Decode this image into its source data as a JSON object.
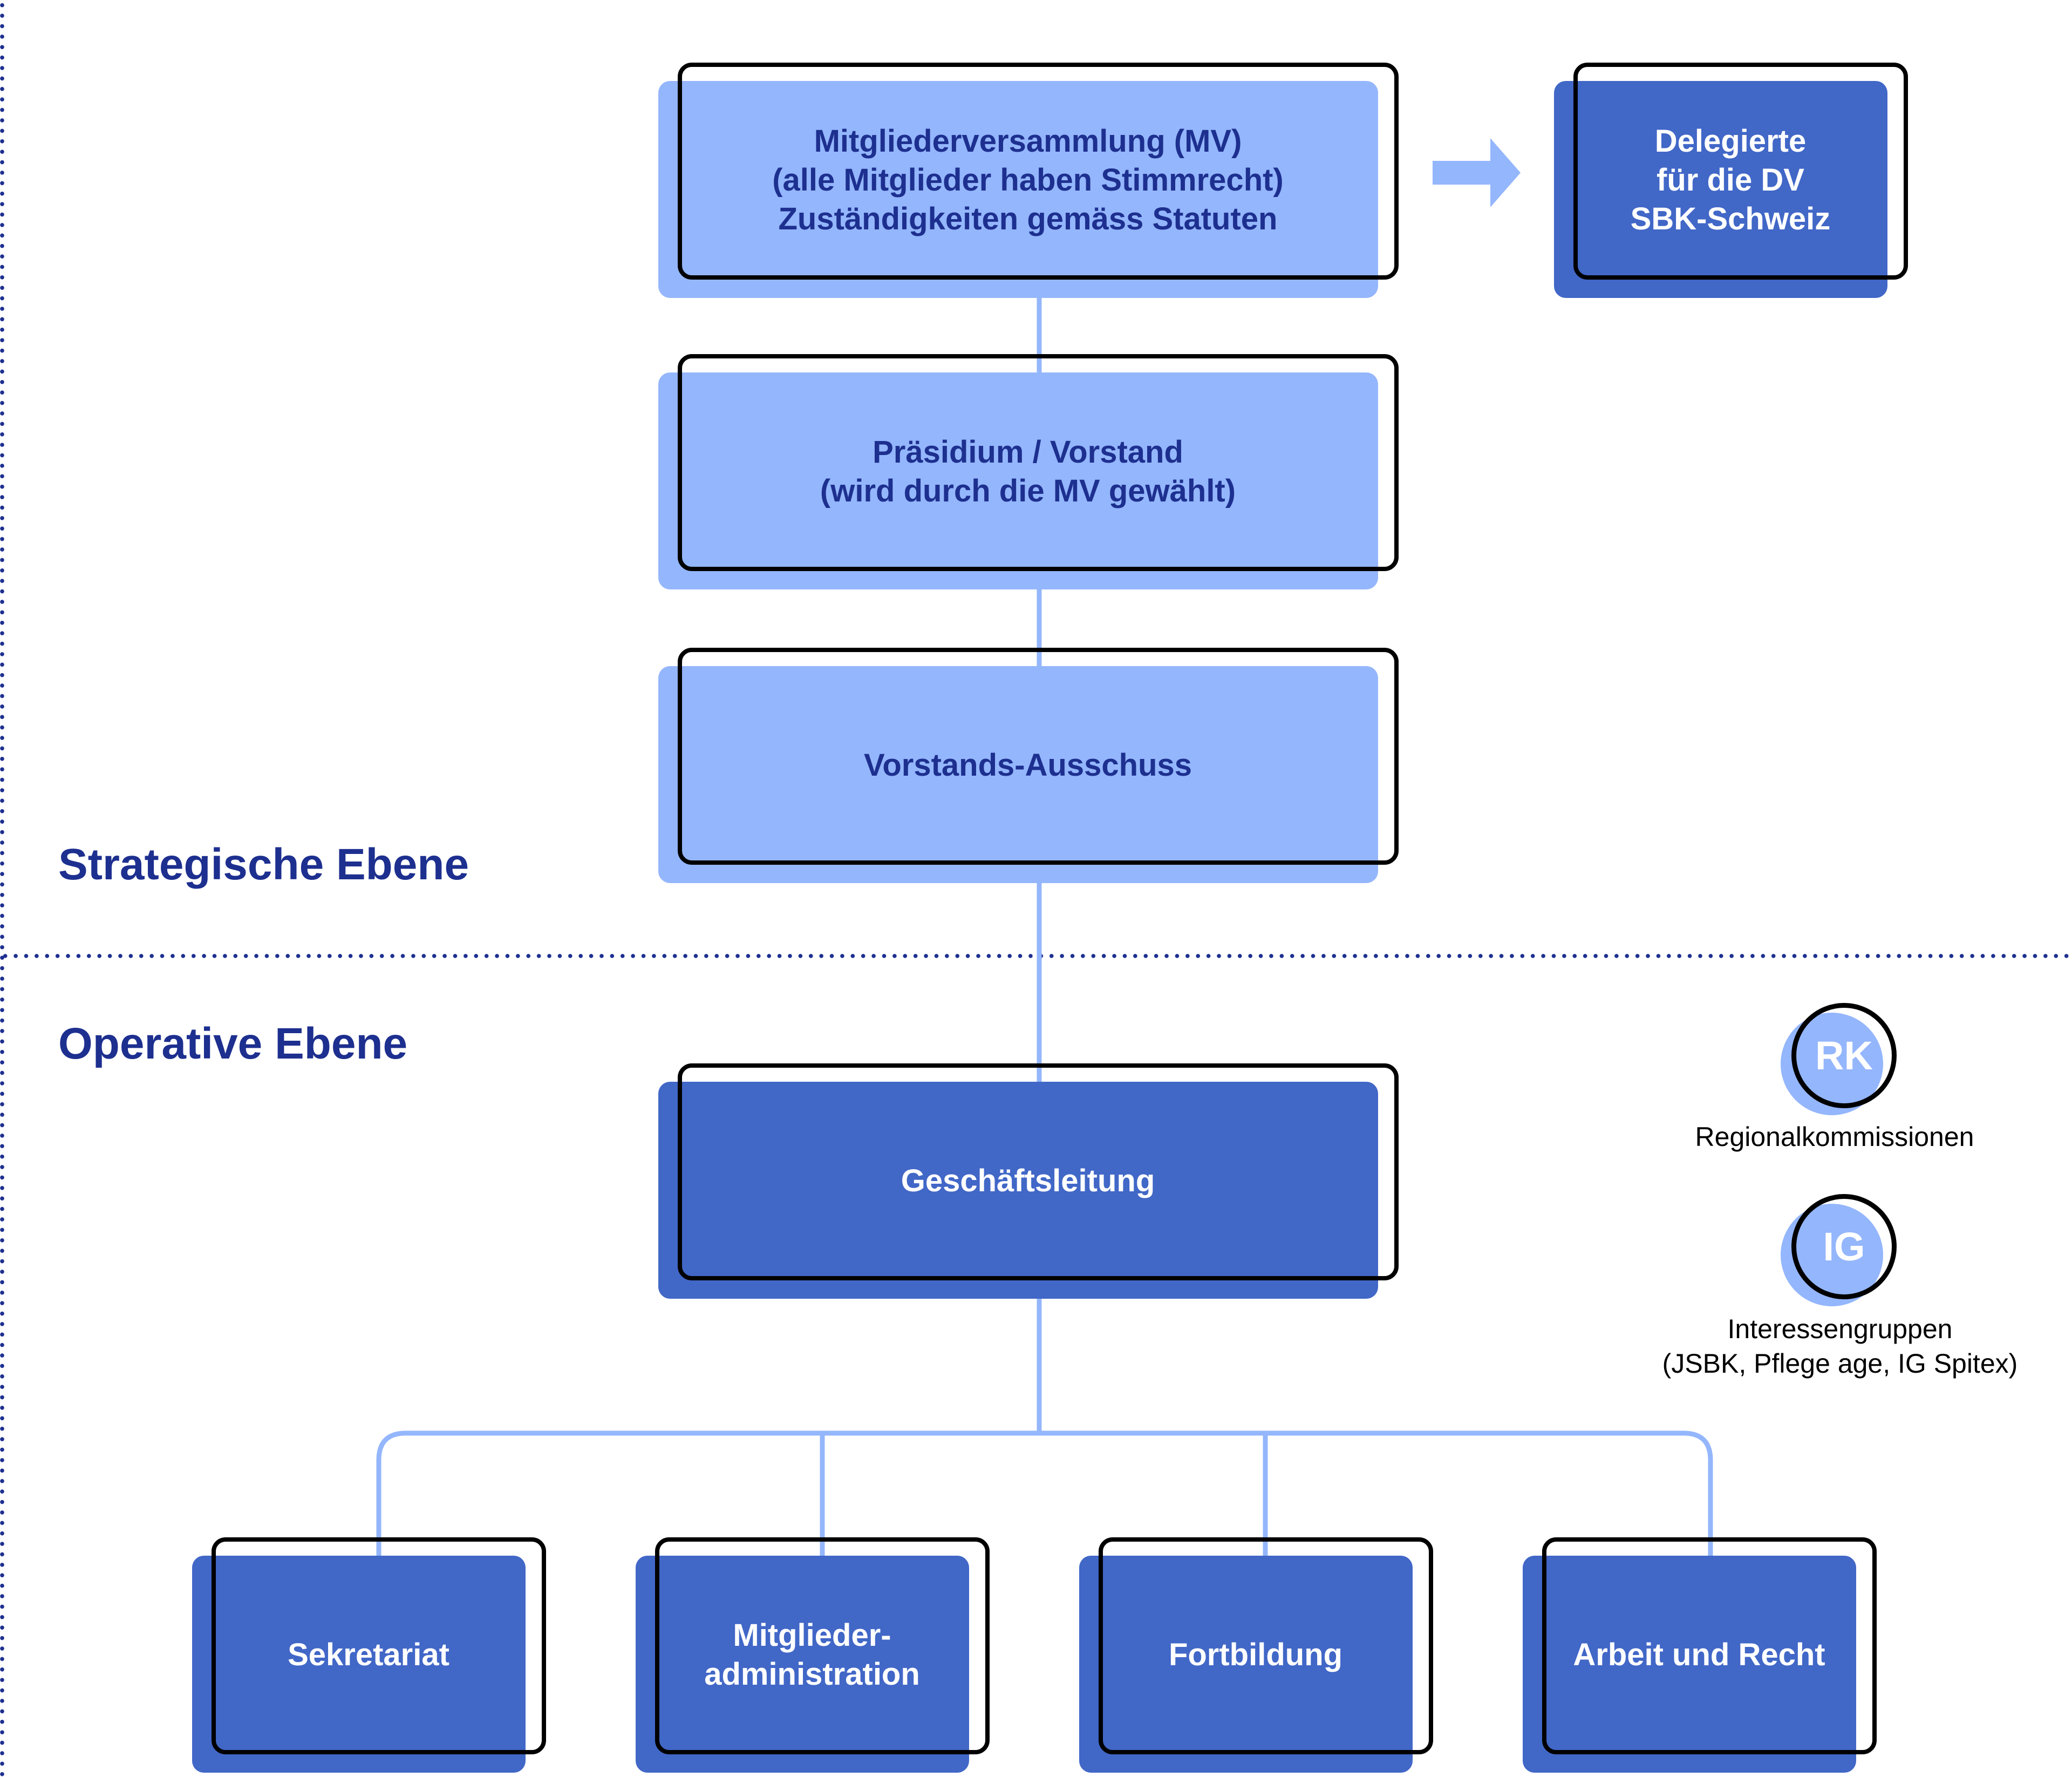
{
  "sections": {
    "strategic": "Strategische Ebene",
    "operative": "Operative Ebene"
  },
  "nodes": {
    "mv": "Mitgliederversammlung (MV)\n(alle Mitglieder haben Stimmrecht)\nZuständigkeiten gemäss Statuten",
    "delegates": "Delegierte\nfür die DV\nSBK-Schweiz",
    "board": "Präsidium / Vorstand\n(wird durch die MV gewählt)",
    "committee": "Vorstands-Ausschuss",
    "management": "Geschäftsleitung",
    "units": [
      "Sekretariat",
      "Mitglieder-\nadministration",
      "Fortbildung",
      "Arbeit und Recht"
    ]
  },
  "badges": [
    {
      "abbr": "RK",
      "caption": "Regionalkommissionen"
    },
    {
      "abbr": "IG",
      "caption": "Interessengruppen\n(JSBK, Pflege age, IG Spitex)"
    }
  ],
  "colors": {
    "navy": "#1d2f8f",
    "light_fill": "#94b6fc",
    "dark_fill": "#4167c7",
    "frame": "#000000"
  }
}
